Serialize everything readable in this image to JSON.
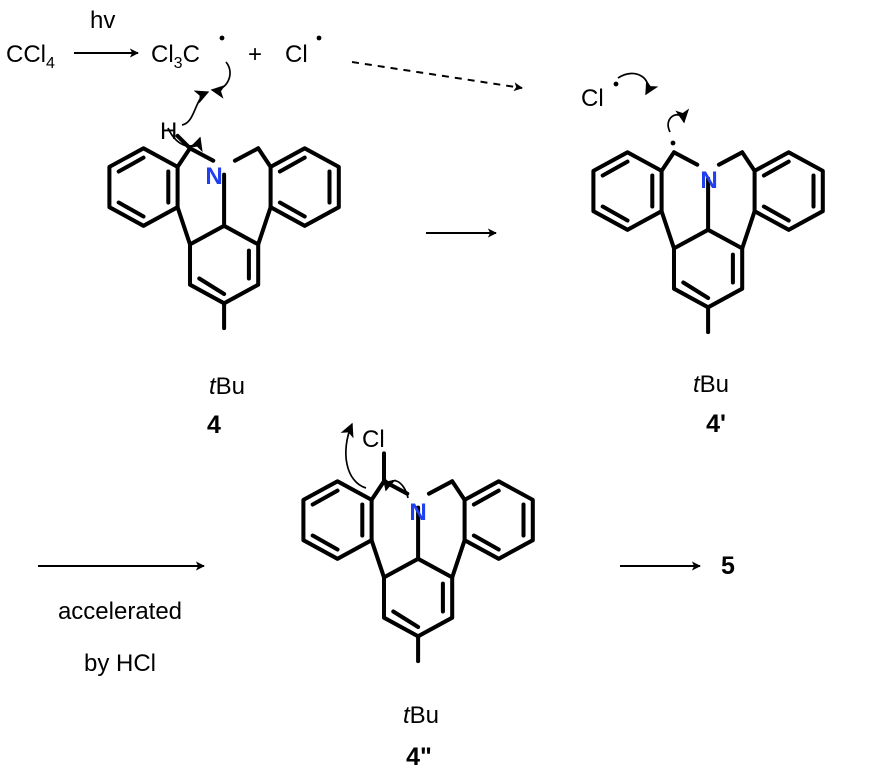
{
  "reaction": {
    "hv_label": "hv",
    "reactant_ccl4": "CCl4",
    "radical_cl3c": "Cl3C",
    "plus": "+",
    "radical_cl": "Cl",
    "hydrogen": "H",
    "nitrogen": "N",
    "nitrogen_color": "#1f3ff0",
    "tbu": "tBu",
    "chlorine": "Cl",
    "condition_line1": "accelerated",
    "condition_line2": "by HCl",
    "product": "5"
  },
  "compounds": {
    "c4": "4",
    "c4p": "4'",
    "c4pp": "4\""
  }
}
